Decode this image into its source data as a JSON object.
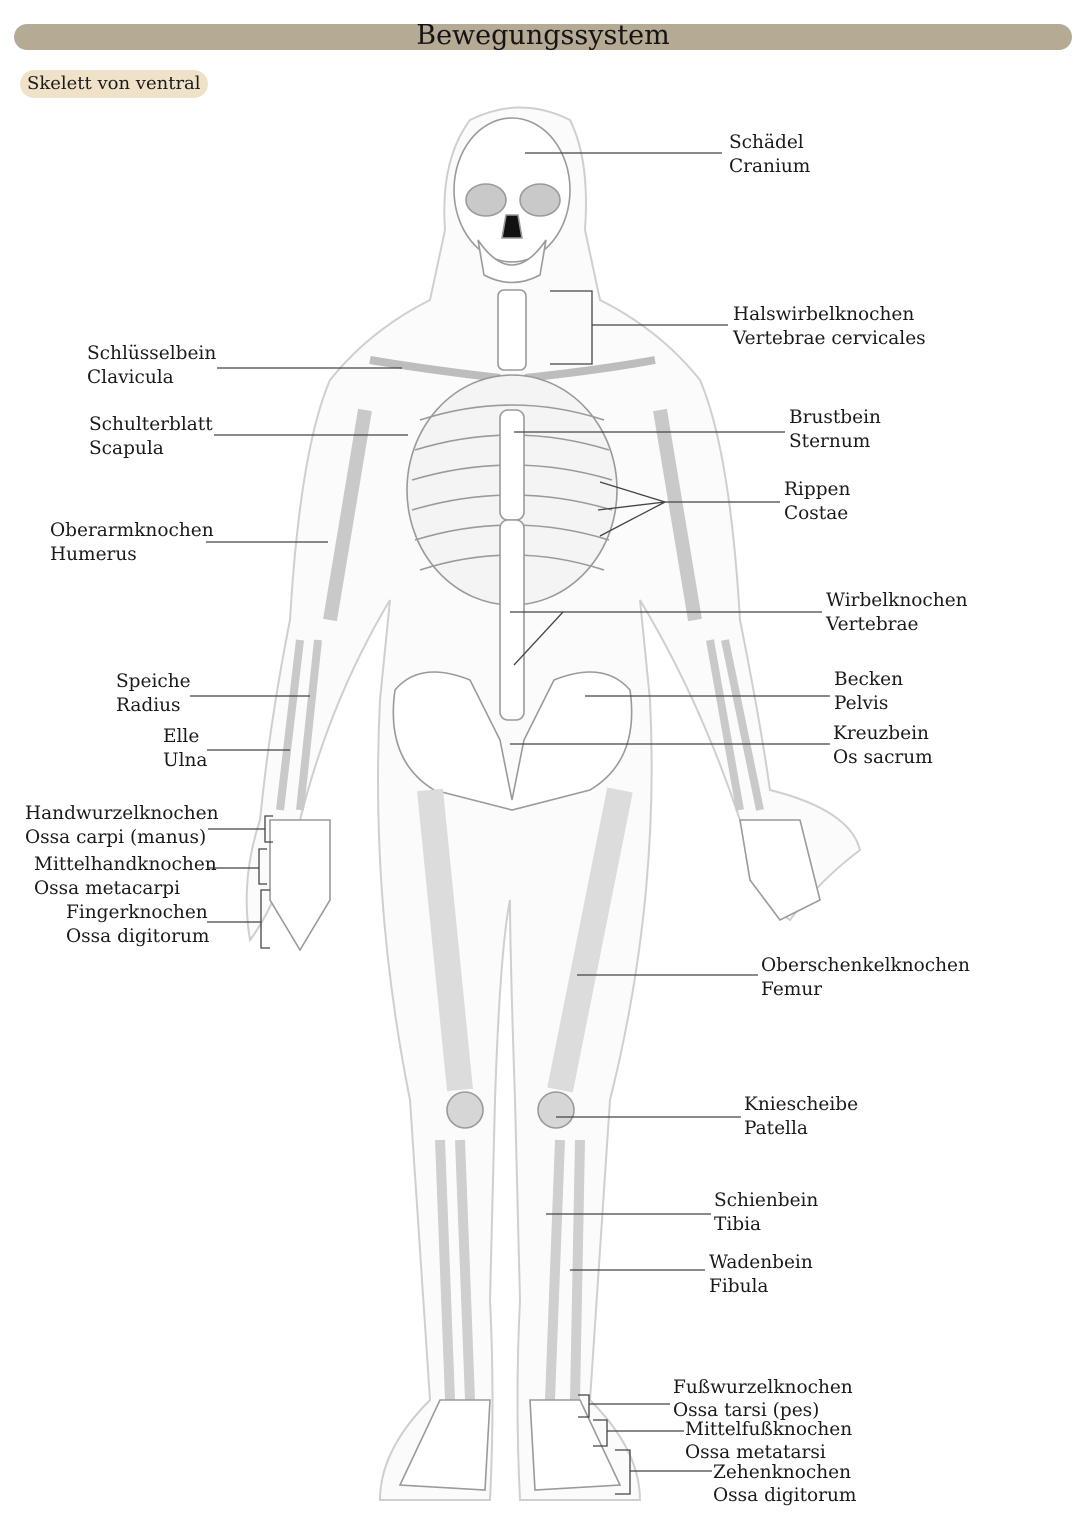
{
  "header": {
    "title": "Bewegungssystem",
    "subtitle": "Skelett von ventral",
    "bar_color": "#b5aa94",
    "pill_color": "#f0e2c8"
  },
  "labels": {
    "cranium": {
      "de": "Schädel",
      "lat": "Cranium"
    },
    "cervical": {
      "de": "Halswirbelknochen",
      "lat": "Vertebrae cervicales"
    },
    "clavicle": {
      "de": "Schlüsselbein",
      "lat": "Clavicula"
    },
    "scapula": {
      "de": "Schulterblatt",
      "lat": "Scapula"
    },
    "sternum": {
      "de": "Brustbein",
      "lat": "Sternum"
    },
    "ribs": {
      "de": "Rippen",
      "lat": "Costae"
    },
    "humerus": {
      "de": "Oberarmknochen",
      "lat": "Humerus"
    },
    "vertebrae": {
      "de": "Wirbelknochen",
      "lat": "Vertebrae"
    },
    "radius": {
      "de": "Speiche",
      "lat": "Radius"
    },
    "pelvis": {
      "de": "Becken",
      "lat": "Pelvis"
    },
    "ulna": {
      "de": "Elle",
      "lat": "Ulna"
    },
    "sacrum": {
      "de": "Kreuzbein",
      "lat": "Os sacrum"
    },
    "carpals": {
      "de": "Handwurzelknochen",
      "lat": "Ossa carpi (manus)"
    },
    "metacarpals": {
      "de": "Mittelhandknochen",
      "lat": "Ossa metacarpi"
    },
    "phalanges_hand": {
      "de": "Fingerknochen",
      "lat": "Ossa digitorum"
    },
    "femur": {
      "de": "Oberschenkelknochen",
      "lat": "Femur"
    },
    "patella": {
      "de": "Kniescheibe",
      "lat": "Patella"
    },
    "tibia": {
      "de": "Schienbein",
      "lat": "Tibia"
    },
    "fibula": {
      "de": "Wadenbein",
      "lat": "Fibula"
    },
    "tarsals": {
      "de": "Fußwurzelknochen",
      "lat": "Ossa tarsi (pes)"
    },
    "metatarsals": {
      "de": "Mittelfußknochen",
      "lat": "Ossa metatarsi"
    },
    "phalanges_foot": {
      "de": "Zehenknochen",
      "lat": "Ossa digitorum"
    }
  }
}
